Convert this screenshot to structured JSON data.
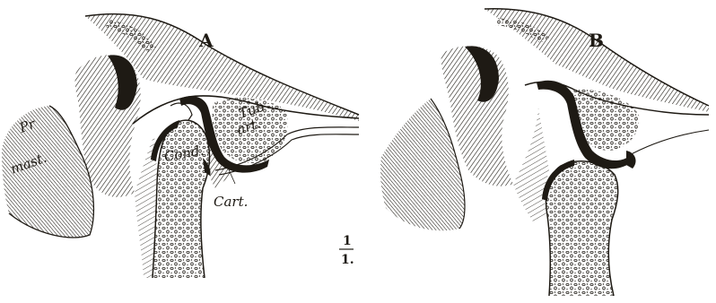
{
  "figure": {
    "panels": [
      {
        "id": "A",
        "label": "A",
        "annotations": {
          "processus_mastoideus": [
            "Pr",
            "mast."
          ],
          "tuberculum_articulare": [
            "Tub",
            "art."
          ],
          "condyle": "Cond.",
          "cartilage": "Cart."
        }
      },
      {
        "id": "B",
        "label": "B"
      }
    ],
    "scale": {
      "numerator": "1",
      "denominator": "1."
    },
    "colors": {
      "ink": "#1e1a14",
      "paper": "#ffffff"
    }
  }
}
